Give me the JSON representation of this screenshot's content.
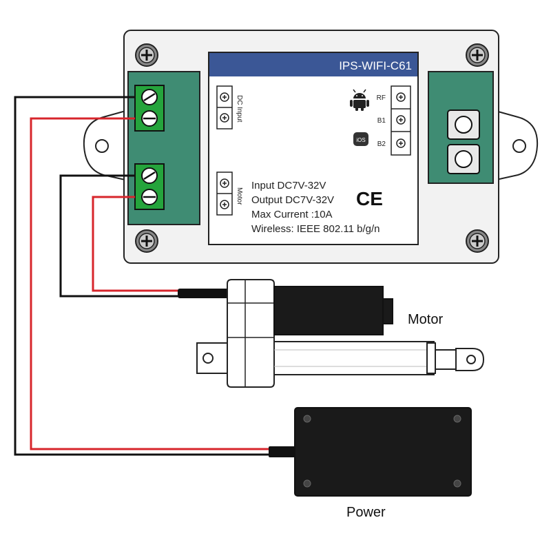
{
  "controller": {
    "model": "IPS-WIFI-C61",
    "ports_left": {
      "dc_input": "DC Input",
      "motor": "Motor"
    },
    "ports_right": [
      "RF",
      "B1",
      "B2"
    ],
    "os_icons": [
      "android-icon",
      "ios-icon"
    ],
    "ios_text": "iOS",
    "specs": [
      "Input DC7V-32V",
      "Output DC7V-32V",
      "Max Current :10A",
      "Wireless: IEEE 802.11 b/g/n"
    ],
    "ce_mark": "CE"
  },
  "labels": {
    "motor": "Motor",
    "power": "Power"
  },
  "colors": {
    "title_bar": "#3b5796",
    "terminal_panel": "#3f8c73",
    "terminal_block": "#25a43c",
    "wire_red": "#d7252b",
    "wire_black": "#111111",
    "power_box": "#1a1a1a"
  }
}
